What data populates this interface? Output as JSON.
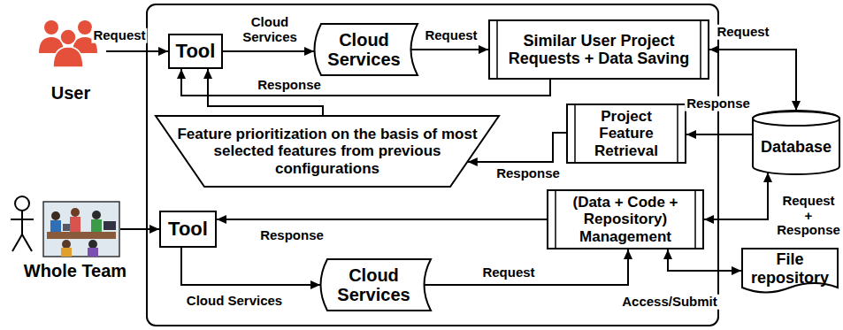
{
  "diagram": {
    "nodes": [
      {
        "text": [
          "User"
        ]
      },
      {
        "text": [
          "Tool"
        ]
      },
      {
        "text": [
          "Cloud Services"
        ]
      },
      {
        "text": [
          "Similar User Project Requests + Data Saving"
        ]
      },
      {
        "text": [
          "Database"
        ]
      },
      {
        "text": [
          "Project Feature Retrieval"
        ]
      },
      {
        "text": [
          "Feature prioritization on the basis of most selected features from previous configurations"
        ]
      },
      {
        "text": [
          "Whole Team"
        ]
      },
      {
        "text": [
          "Tool"
        ]
      },
      {
        "text": [
          "(Data + Code + Repository) Management"
        ]
      },
      {
        "text": [
          "Cloud Services"
        ]
      },
      {
        "text": [
          "File repository"
        ]
      }
    ],
    "edges": [
      {
        "from": 0,
        "to": 1,
        "label": "Request",
        "arrow": "to"
      },
      {
        "from": 1,
        "to": 2,
        "label": "Cloud Services",
        "arrow": "to"
      },
      {
        "from": 2,
        "to": 3,
        "label": "Request",
        "arrow": "to"
      },
      {
        "from": 3,
        "to": 4,
        "label": "Request",
        "arrow": "both"
      },
      {
        "from": 3,
        "to": 1,
        "label": "Response",
        "arrow": "to"
      },
      {
        "from": 6,
        "to": 1,
        "arrow": "to"
      },
      {
        "from": 4,
        "to": 5,
        "label": "Response",
        "arrow": "to"
      },
      {
        "from": 5,
        "to": 6,
        "label": "Response",
        "arrow": "to"
      },
      {
        "from": 7,
        "to": 8,
        "arrow": "to"
      },
      {
        "from": 9,
        "to": 8,
        "label": "Response",
        "arrow": "to"
      },
      {
        "from": 9,
        "to": 4,
        "label": "Request + Response",
        "arrow": "both"
      },
      {
        "from": 8,
        "to": 10,
        "label": "Cloud Services",
        "arrow": "to"
      },
      {
        "from": 10,
        "to": 9,
        "label": "Request",
        "arrow": "to"
      },
      {
        "from": 9,
        "to": 11,
        "label": "Access/Submit",
        "arrow": "both"
      }
    ]
  }
}
